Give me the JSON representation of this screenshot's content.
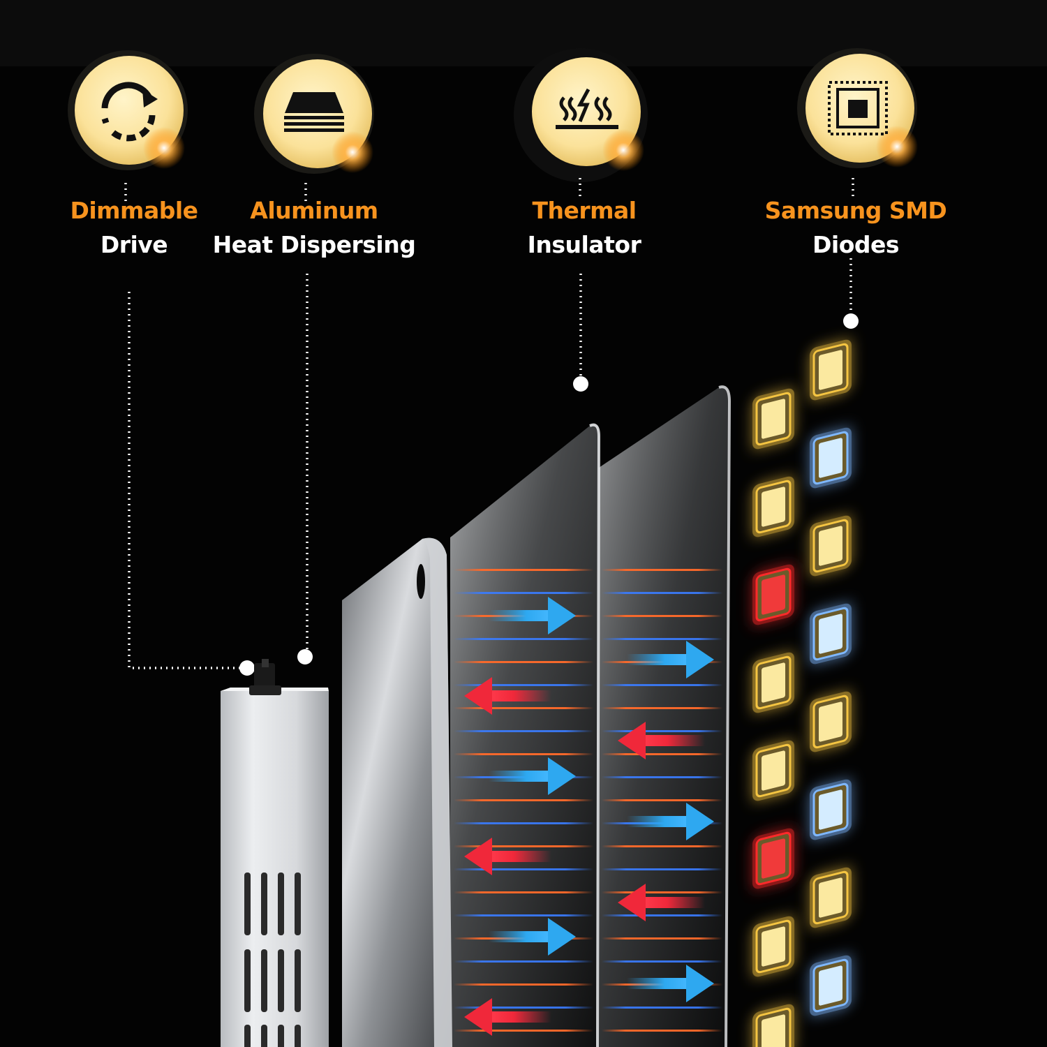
{
  "features": [
    {
      "id": "drive",
      "title": "Dimmable",
      "subtitle": "Drive",
      "icon": "dimmable-refresh-icon"
    },
    {
      "id": "aluminum",
      "title": "Aluminum",
      "subtitle": "Heat Dispersing",
      "icon": "aluminum-layers-icon"
    },
    {
      "id": "thermal",
      "title": "Thermal",
      "subtitle": "Insulator",
      "icon": "thermal-heat-icon"
    },
    {
      "id": "samsung",
      "title": "Samsung SMD",
      "subtitle": "Diodes",
      "icon": "chip-icon"
    }
  ],
  "colors": {
    "background": "#030303",
    "accent_orange": "#f7931e",
    "icon_fill": "#fbe7a6",
    "text_white": "#ffffff",
    "arrow_blue": "#2ea8f0",
    "arrow_red": "#f0283a",
    "led_warm": "#fbe9a0",
    "led_cool": "#d4ecff",
    "led_red": "#f03a3a"
  },
  "led_columns": [
    [
      "warm",
      "warm",
      "red",
      "warm",
      "warm",
      "red",
      "warm",
      "warm"
    ],
    [
      "warm",
      "cool",
      "warm",
      "cool",
      "warm",
      "cool",
      "warm",
      "cool"
    ]
  ],
  "arrows_panel1": [
    "right",
    "left",
    "right",
    "left",
    "right",
    "left"
  ],
  "arrows_panel2": [
    "right",
    "left",
    "right",
    "left",
    "right"
  ]
}
